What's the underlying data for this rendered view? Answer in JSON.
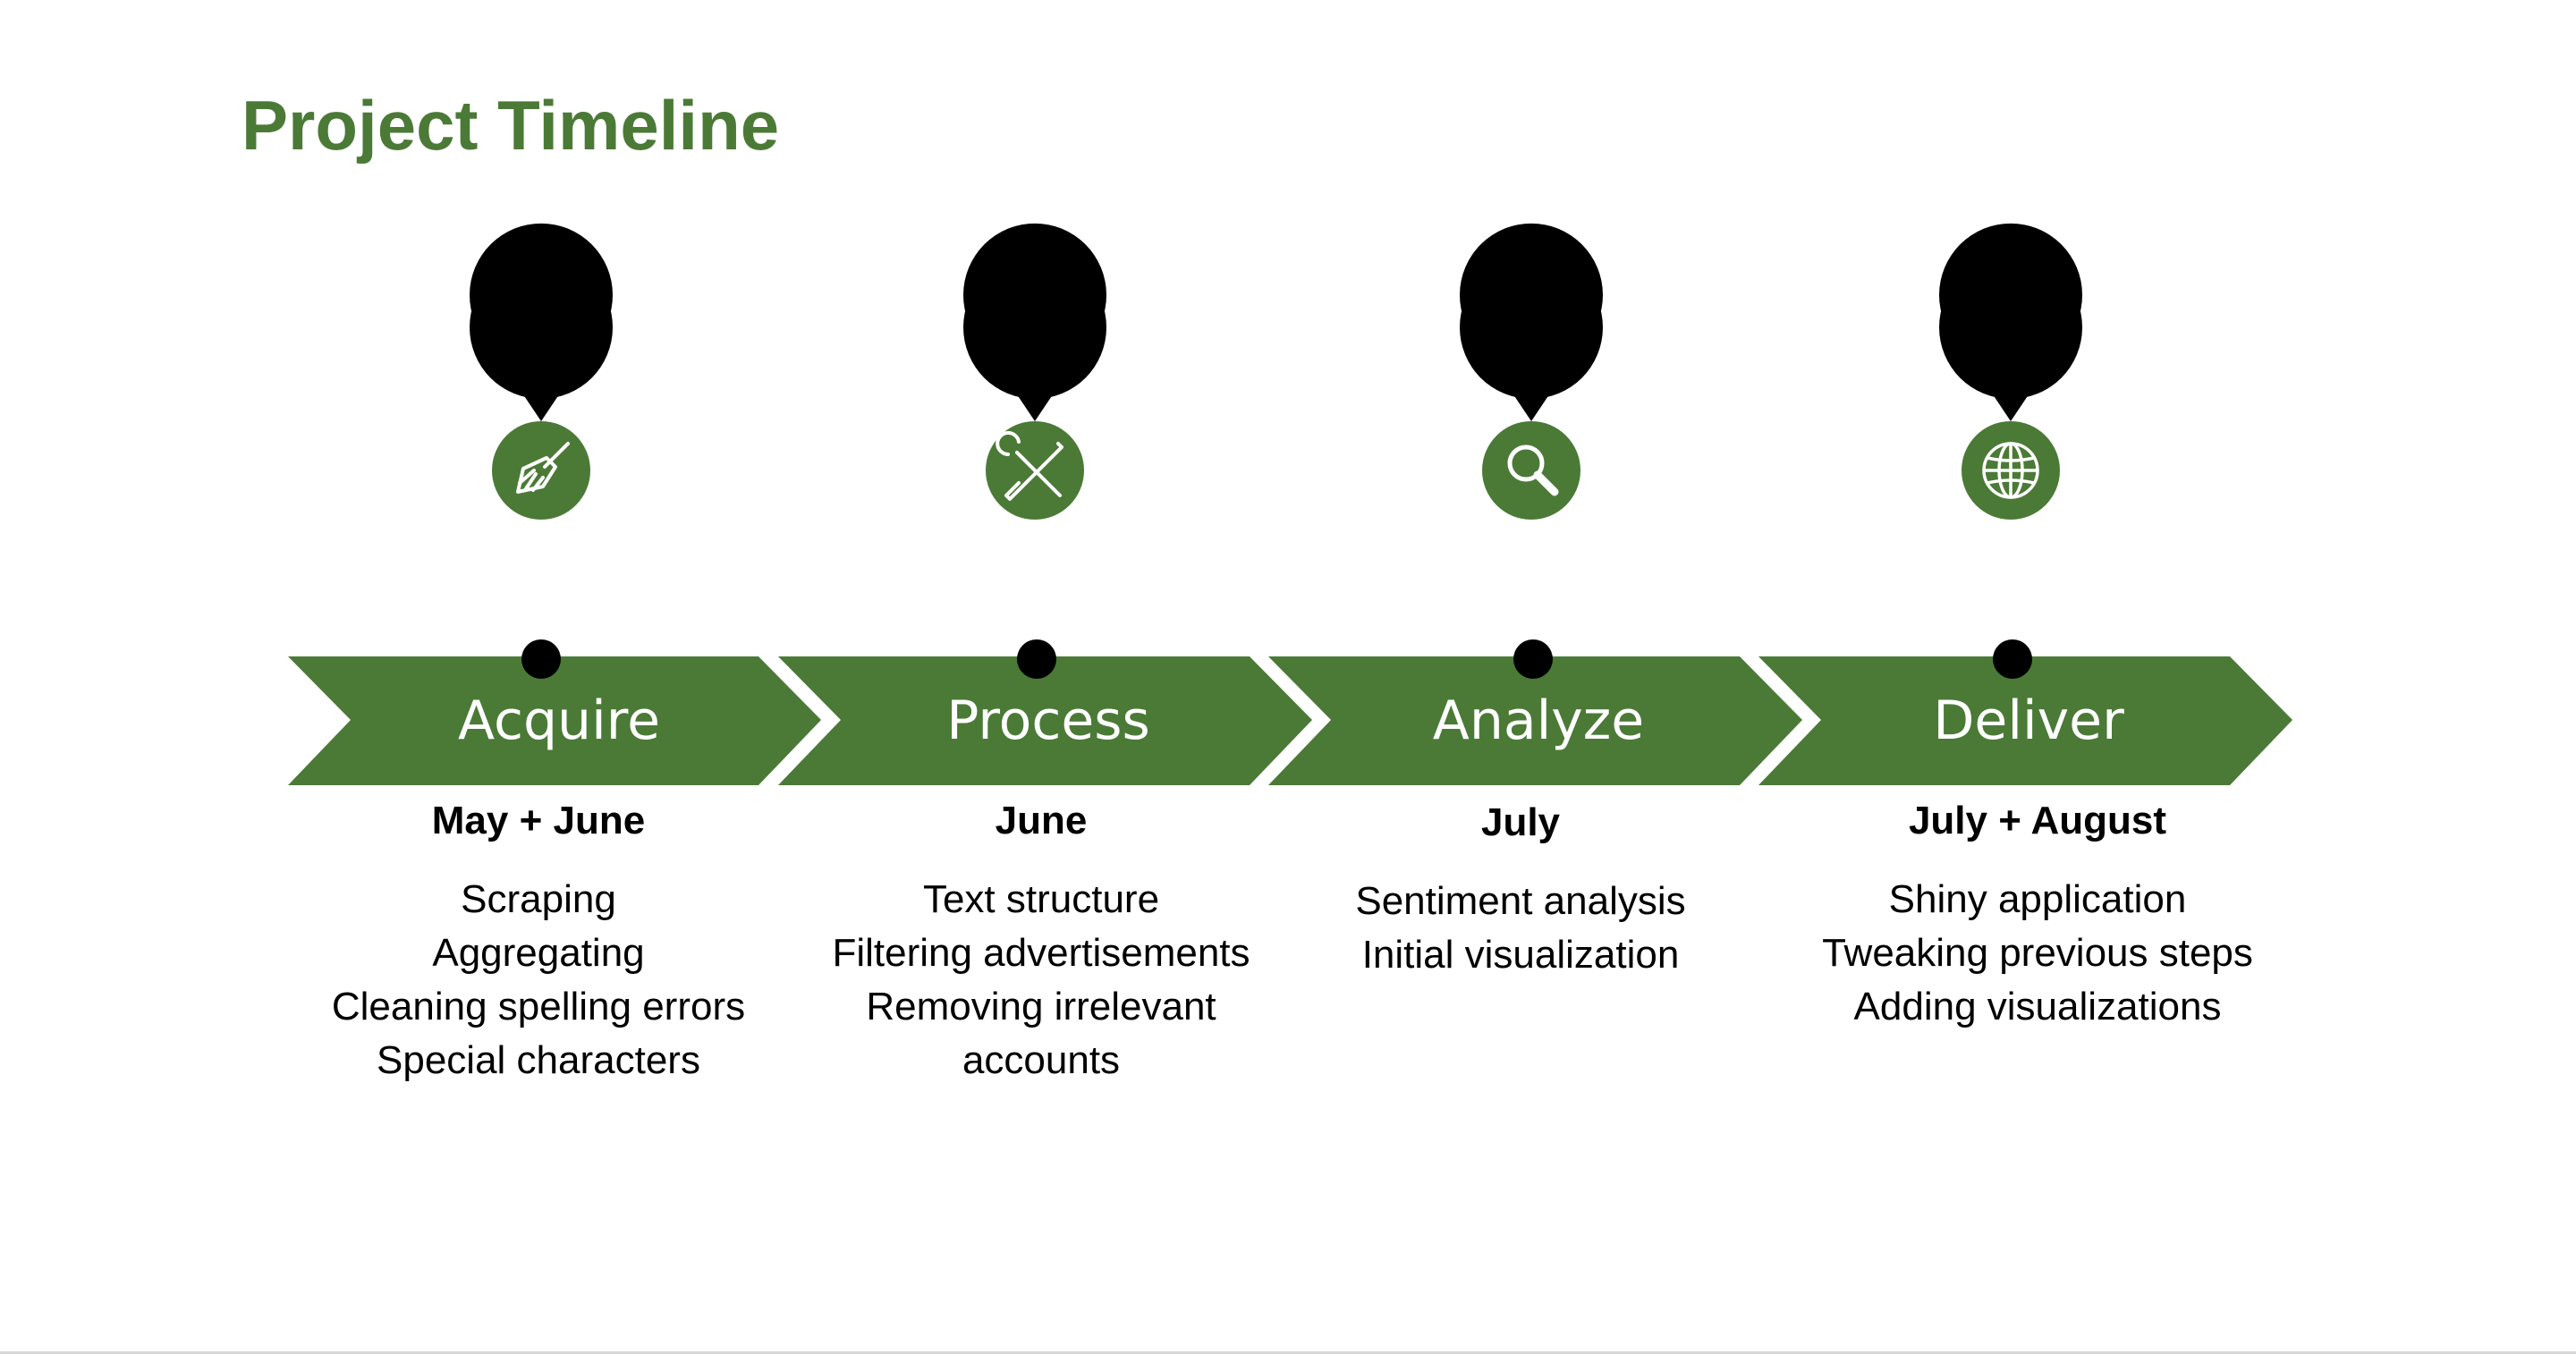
{
  "title": "Project Timeline",
  "colors": {
    "accent": "#4b7a37",
    "pin": "#000000",
    "text": "#000000"
  },
  "stages": [
    {
      "label": "Acquire",
      "period": "May + June",
      "icon": "broom-icon",
      "tasks": [
        "Scraping",
        "Aggregating",
        "Cleaning spelling errors",
        "Special characters"
      ]
    },
    {
      "label": "Process",
      "period": "June",
      "icon": "tools-icon",
      "tasks": [
        "Text structure",
        "Filtering advertisements",
        "Removing irrelevant",
        "accounts"
      ]
    },
    {
      "label": "Analyze",
      "period": "July",
      "icon": "magnifier-icon",
      "tasks": [
        "Sentiment analysis",
        "Initial visualization"
      ]
    },
    {
      "label": "Deliver",
      "period": "July + August",
      "icon": "globe-icon",
      "tasks": [
        "Shiny application",
        "Tweaking previous steps",
        "Adding visualizations"
      ]
    }
  ]
}
